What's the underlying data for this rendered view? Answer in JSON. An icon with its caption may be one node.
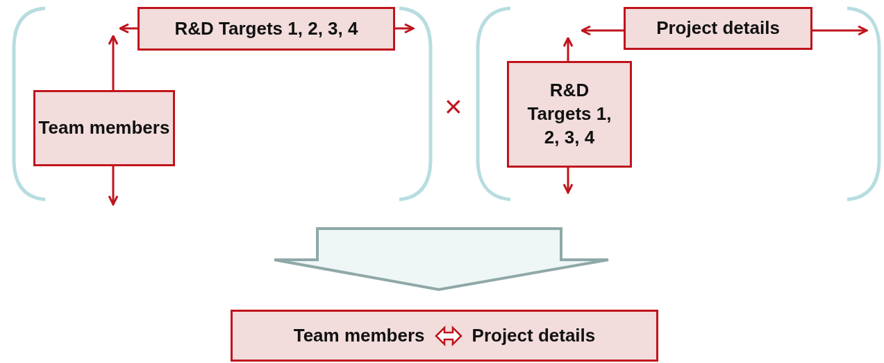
{
  "diagram": {
    "nodes": [
      {
        "text": [
          "R&D Targets 1, 2, 3, 4"
        ]
      },
      {
        "text": [
          "Team members"
        ]
      },
      {
        "text": [
          "Project details"
        ]
      },
      {
        "text": [
          "R&D Targets 1, 2, 3, 4"
        ]
      },
      {
        "text": [
          "Team members",
          "Project details"
        ]
      }
    ],
    "labels": [
      "×"
    ]
  }
}
